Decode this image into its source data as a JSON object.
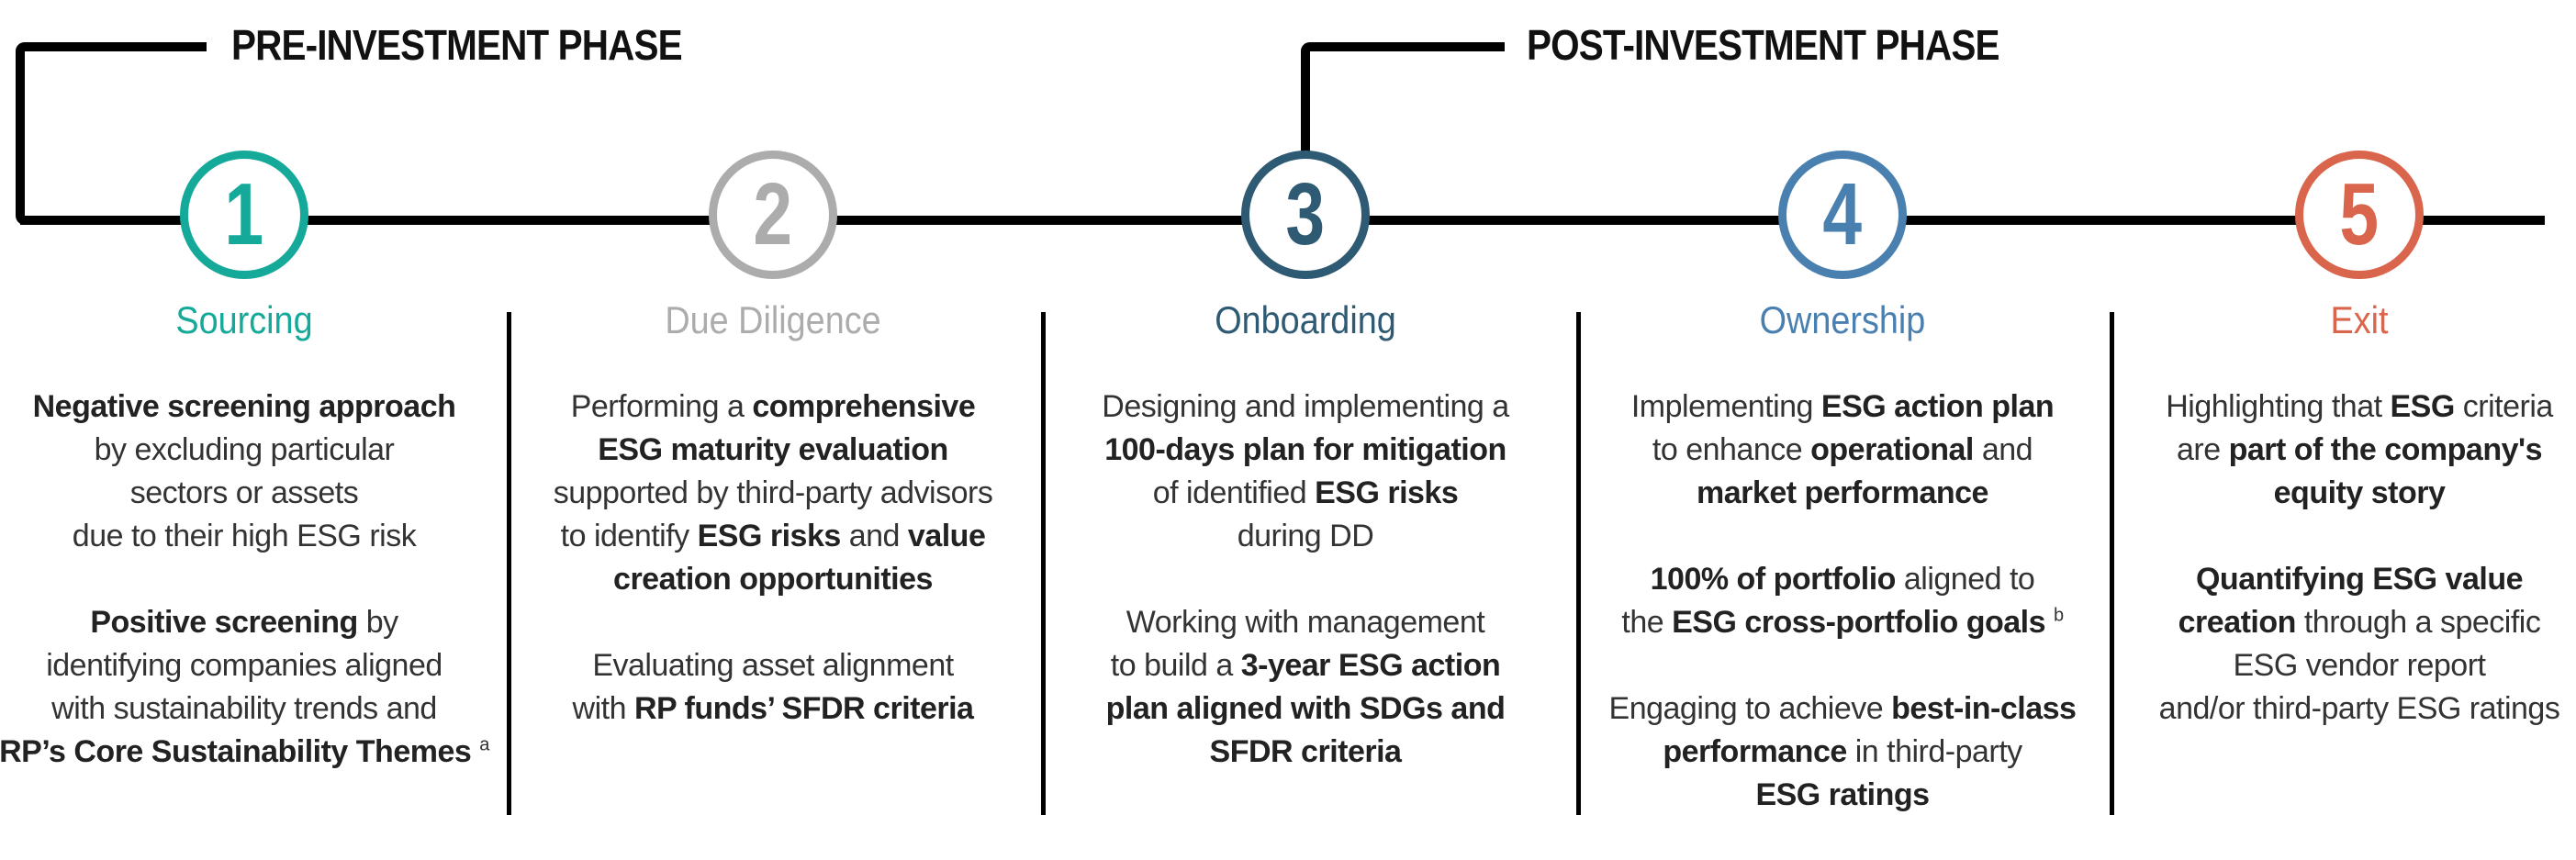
{
  "phases": {
    "pre": "PRE-INVESTMENT PHASE",
    "post": "POST-INVESTMENT PHASE"
  },
  "colors": {
    "sourcing": "#15a99a",
    "due_diligence": "#acacac",
    "onboarding": "#2e5a73",
    "ownership": "#4a80b0",
    "exit": "#d9654d"
  },
  "steps": [
    {
      "number": "1",
      "title": "Sourcing",
      "paragraphs": [
        [
          [
            {
              "t": "Negative screening approach",
              "b": true
            }
          ],
          [
            {
              "t": "by excluding particular"
            }
          ],
          [
            {
              "t": "sectors or assets"
            }
          ],
          [
            {
              "t": "due to their high ESG risk"
            }
          ]
        ],
        [
          [
            {
              "t": "Positive screening",
              "b": true
            },
            {
              "t": " by"
            }
          ],
          [
            {
              "t": "identifying companies aligned"
            }
          ],
          [
            {
              "t": "with sustainability trends and"
            }
          ],
          [
            {
              "t": "RP’s Core Sustainability Themes",
              "b": true
            },
            {
              "t": "a",
              "sup": true
            }
          ]
        ]
      ]
    },
    {
      "number": "2",
      "title": "Due Diligence",
      "paragraphs": [
        [
          [
            {
              "t": "Performing a "
            },
            {
              "t": "comprehensive",
              "b": true
            }
          ],
          [
            {
              "t": "ESG maturity evaluation",
              "b": true
            }
          ],
          [
            {
              "t": "supported by third-party advisors"
            }
          ],
          [
            {
              "t": "to identify "
            },
            {
              "t": "ESG risks",
              "b": true
            },
            {
              "t": " and "
            },
            {
              "t": "value",
              "b": true
            }
          ],
          [
            {
              "t": "creation opportunities",
              "b": true
            }
          ]
        ],
        [
          [
            {
              "t": "Evaluating asset alignment"
            }
          ],
          [
            {
              "t": "with "
            },
            {
              "t": "RP funds’ SFDR criteria",
              "b": true
            }
          ]
        ]
      ]
    },
    {
      "number": "3",
      "title": "Onboarding",
      "paragraphs": [
        [
          [
            {
              "t": "Designing and implementing a"
            }
          ],
          [
            {
              "t": "100-days plan for mitigation",
              "b": true
            }
          ],
          [
            {
              "t": "of identified "
            },
            {
              "t": "ESG risks",
              "b": true
            }
          ],
          [
            {
              "t": "during DD"
            }
          ]
        ],
        [
          [
            {
              "t": "Working with management"
            }
          ],
          [
            {
              "t": "to build a "
            },
            {
              "t": "3-year ESG action",
              "b": true
            }
          ],
          [
            {
              "t": "plan aligned with SDGs and",
              "b": true
            }
          ],
          [
            {
              "t": "SFDR criteria",
              "b": true
            }
          ]
        ]
      ]
    },
    {
      "number": "4",
      "title": "Ownership",
      "paragraphs": [
        [
          [
            {
              "t": "Implementing "
            },
            {
              "t": "ESG action plan",
              "b": true
            }
          ],
          [
            {
              "t": "to enhance "
            },
            {
              "t": "operational",
              "b": true
            },
            {
              "t": " and"
            }
          ],
          [
            {
              "t": "market performance",
              "b": true
            }
          ]
        ],
        [
          [
            {
              "t": "100% of portfolio",
              "b": true
            },
            {
              "t": " aligned to"
            }
          ],
          [
            {
              "t": "the "
            },
            {
              "t": "ESG cross-portfolio goals",
              "b": true
            },
            {
              "t": "b",
              "sup": true
            }
          ]
        ],
        [
          [
            {
              "t": "Engaging to achieve "
            },
            {
              "t": "best-in-class",
              "b": true
            }
          ],
          [
            {
              "t": "performance",
              "b": true
            },
            {
              "t": " in third-party"
            }
          ],
          [
            {
              "t": "ESG ratings",
              "b": true
            }
          ]
        ]
      ]
    },
    {
      "number": "5",
      "title": "Exit",
      "paragraphs": [
        [
          [
            {
              "t": "Highlighting that "
            },
            {
              "t": "ESG",
              "b": true
            },
            {
              "t": " criteria"
            }
          ],
          [
            {
              "t": "are "
            },
            {
              "t": "part of the company's",
              "b": true
            }
          ],
          [
            {
              "t": "equity story",
              "b": true
            }
          ]
        ],
        [
          [
            {
              "t": "Quantifying ESG value",
              "b": true
            }
          ],
          [
            {
              "t": "creation",
              "b": true
            },
            {
              "t": " through a specific"
            }
          ],
          [
            {
              "t": "ESG vendor report"
            }
          ],
          [
            {
              "t": "and/or third-party ESG ratings"
            }
          ]
        ]
      ]
    }
  ]
}
